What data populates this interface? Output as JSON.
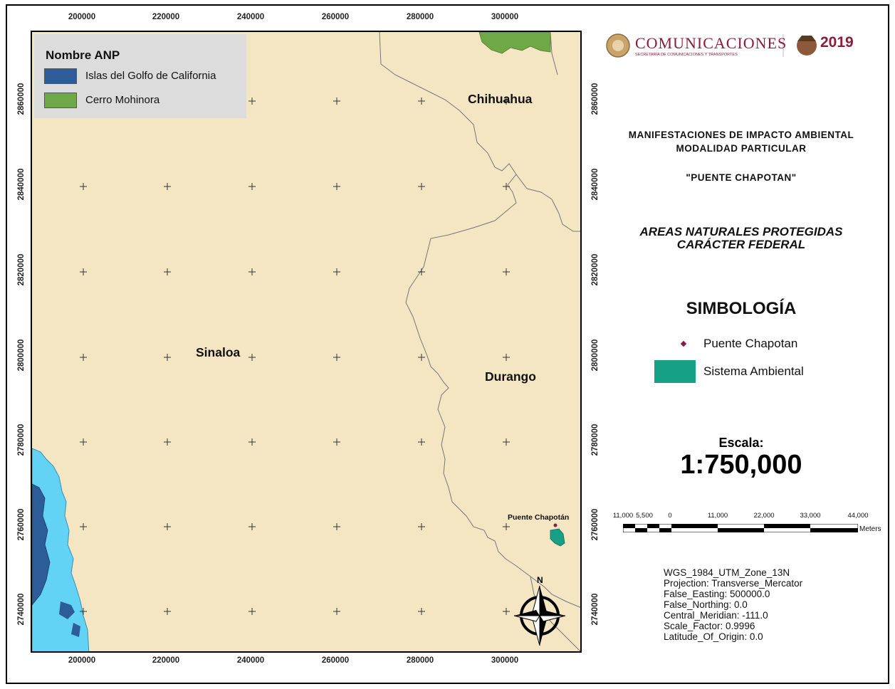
{
  "map": {
    "x_ticks": [
      "200000",
      "220000",
      "240000",
      "260000",
      "280000",
      "300000"
    ],
    "y_ticks": [
      "2860000",
      "2840000",
      "2820000",
      "2800000",
      "2780000",
      "2760000",
      "2740000"
    ],
    "regions": {
      "chihuahua": "Chihuahua",
      "sinaloa": "Sinaloa",
      "durango": "Durango"
    },
    "point_label": "Puente Chapotán",
    "colors": {
      "land": "#f5e6c3",
      "water": "#62d3f5",
      "islas": "#2e5c98",
      "mohinora": "#6fa847",
      "sistema": "#16a085",
      "point": "#8b1a4a"
    }
  },
  "legend": {
    "title": "Nombre ANP",
    "items": [
      {
        "label": "Islas del Golfo de California",
        "color": "#2e5c98"
      },
      {
        "label": "Cerro Mohinora",
        "color": "#6fa847"
      }
    ]
  },
  "header": {
    "logo_text": "COMUNICACIONES",
    "logo_subtext": "SECRETARÍA DE COMUNICACIONES Y TRANSPORTES",
    "year": "2019",
    "title_line1": "MANIFESTACIONES DE IMPACTO AMBIENTAL",
    "title_line2": "MODALIDAD PARTICULAR",
    "project": "\"PUENTE CHAPOTAN\"",
    "subtitle_line1": "AREAS NATURALES PROTEGIDAS",
    "subtitle_line2": "CARÁCTER FEDERAL"
  },
  "symbology": {
    "title": "SIMBOLOGÍA",
    "items": [
      {
        "label": "Puente Chapotan"
      },
      {
        "label": "Sistema Ambiental"
      }
    ]
  },
  "scale": {
    "label": "Escala:",
    "value": "1:750,000",
    "bar_labels": [
      "11,000",
      "5,500",
      "0",
      "11,000",
      "22,000",
      "33,000",
      "44,000"
    ],
    "unit": "Meters"
  },
  "projection": {
    "lines": [
      "WGS_1984_UTM_Zone_13N",
      "Projection: Transverse_Mercator",
      "False_Easting: 500000.0",
      "False_Northing: 0.0",
      "Central_Meridian: -111.0",
      "Scale_Factor: 0.9996",
      "Latitude_Of_Origin: 0.0"
    ]
  }
}
